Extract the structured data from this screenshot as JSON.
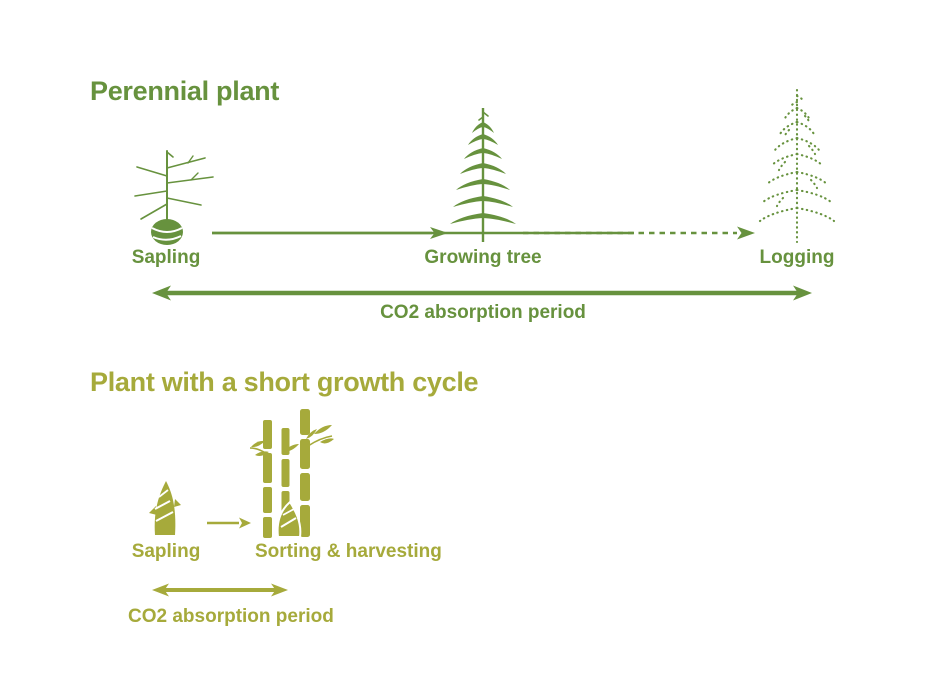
{
  "colors": {
    "perennial_green": "#67923e",
    "short_cycle_olive": "#a6aa3b",
    "background": "#ffffff"
  },
  "perennial": {
    "title": "Perennial plant",
    "stages": [
      {
        "label": "Sapling",
        "icon": "sapling-twig-icon"
      },
      {
        "label": "Growing tree",
        "icon": "conifer-tree-icon"
      },
      {
        "label": "Logging",
        "icon": "dotted-conifer-icon"
      }
    ],
    "arrows": [
      {
        "name": "sapling-to-growing-arrow",
        "style": "solid"
      },
      {
        "name": "growing-to-logging-arrow",
        "style": "dashed"
      }
    ],
    "period_label": "CO2 absorption period"
  },
  "short_cycle": {
    "title": "Plant with a short growth cycle",
    "stages": [
      {
        "label": "Sapling",
        "icon": "bamboo-shoot-icon"
      },
      {
        "label": "Sorting & harvesting",
        "icon": "bamboo-stalks-icon"
      }
    ],
    "arrows": [
      {
        "name": "shoot-to-bamboo-arrow",
        "style": "solid"
      }
    ],
    "period_label": "CO2 absorption period"
  }
}
